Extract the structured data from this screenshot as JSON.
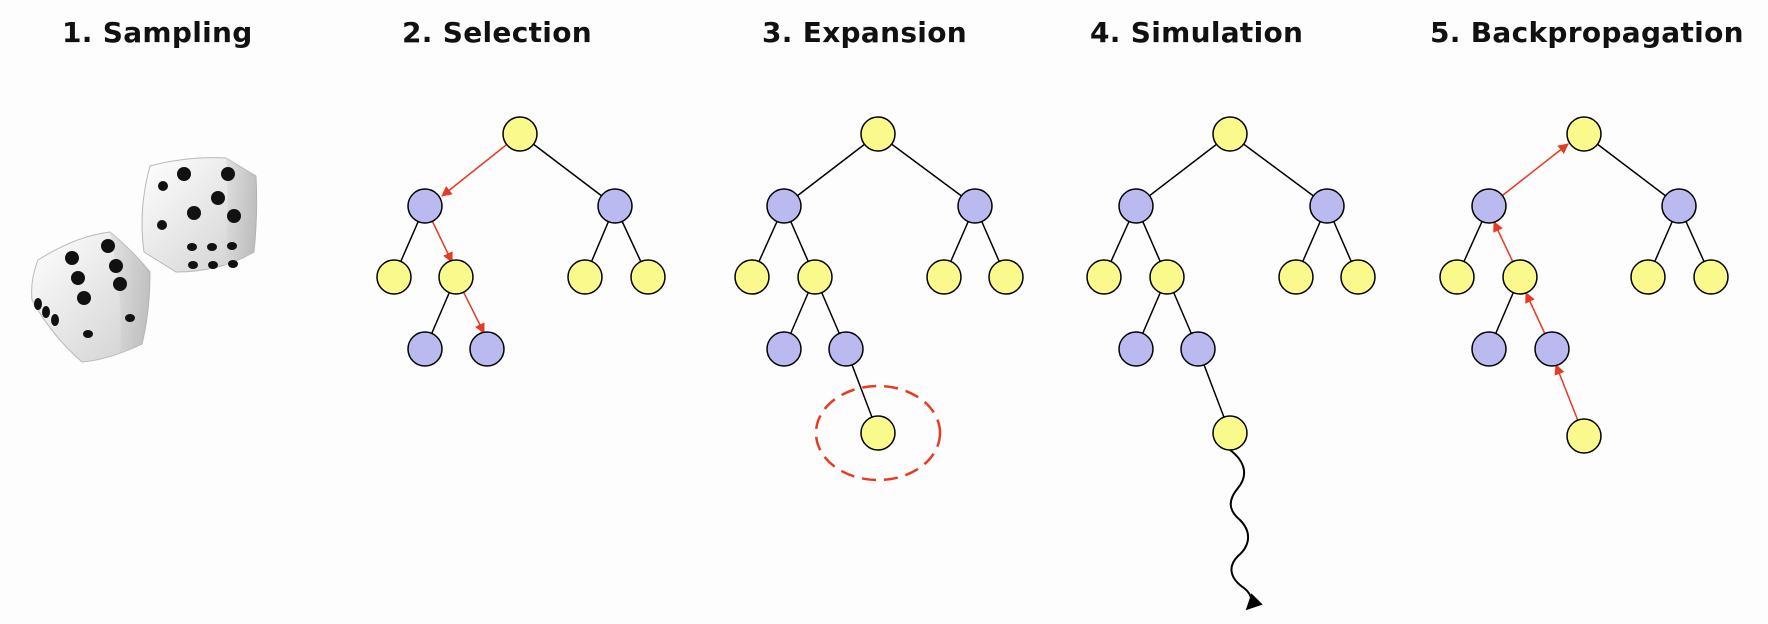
{
  "titles": {
    "sampling": "1. Sampling",
    "selection": "2. Selection",
    "expansion": "3. Expansion",
    "simulation": "4. Simulation",
    "backpropagation": "5. Backpropagation"
  },
  "colors": {
    "yellow_node": "#fafa8c",
    "purple_node": "#babaf0",
    "edge": "#000000",
    "highlight_edge": "#e83a22",
    "expansion_ring": "#e83a22"
  }
}
